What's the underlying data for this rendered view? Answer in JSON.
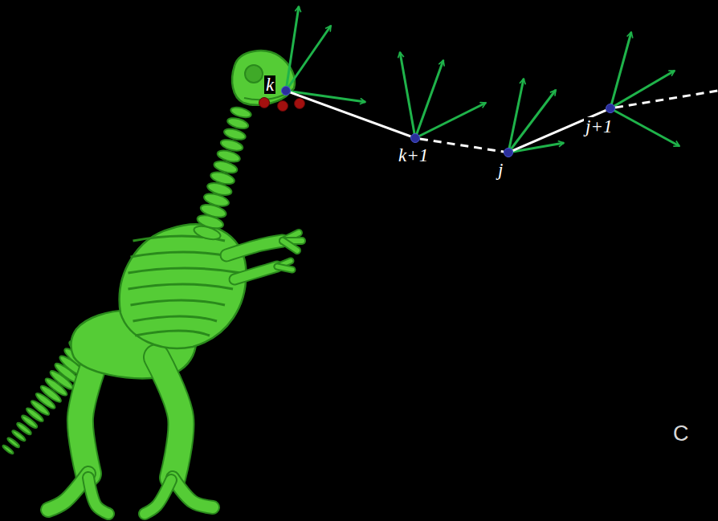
{
  "diagram": {
    "nodes": [
      {
        "text": [
          "k"
        ]
      },
      {
        "text": [
          "k+1"
        ]
      },
      {
        "text": [
          "j"
        ]
      },
      {
        "text": [
          "j+1"
        ]
      }
    ],
    "edges": [
      {
        "from": 0,
        "to": 1,
        "arrow": "none"
      },
      {
        "from": 1,
        "to": 2,
        "arrow": "none"
      },
      {
        "from": 2,
        "to": 3,
        "arrow": "none"
      }
    ],
    "labels": [
      "C"
    ]
  }
}
